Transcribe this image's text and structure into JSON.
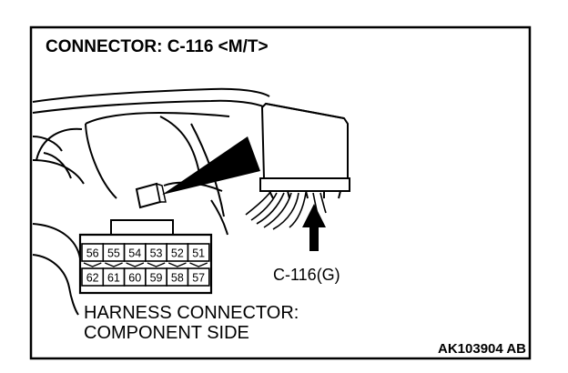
{
  "title": "CONNECTOR: C-116 <M/T>",
  "connector_label": "C-116(G)",
  "pins_top_row": [
    "56",
    "55",
    "54",
    "53",
    "52",
    "51"
  ],
  "pins_bottom_row": [
    "62",
    "61",
    "60",
    "59",
    "58",
    "57"
  ],
  "caption_line1": "HARNESS CONNECTOR:",
  "caption_line2": "COMPONENT SIDE",
  "figure_code": "AK103904 AB"
}
